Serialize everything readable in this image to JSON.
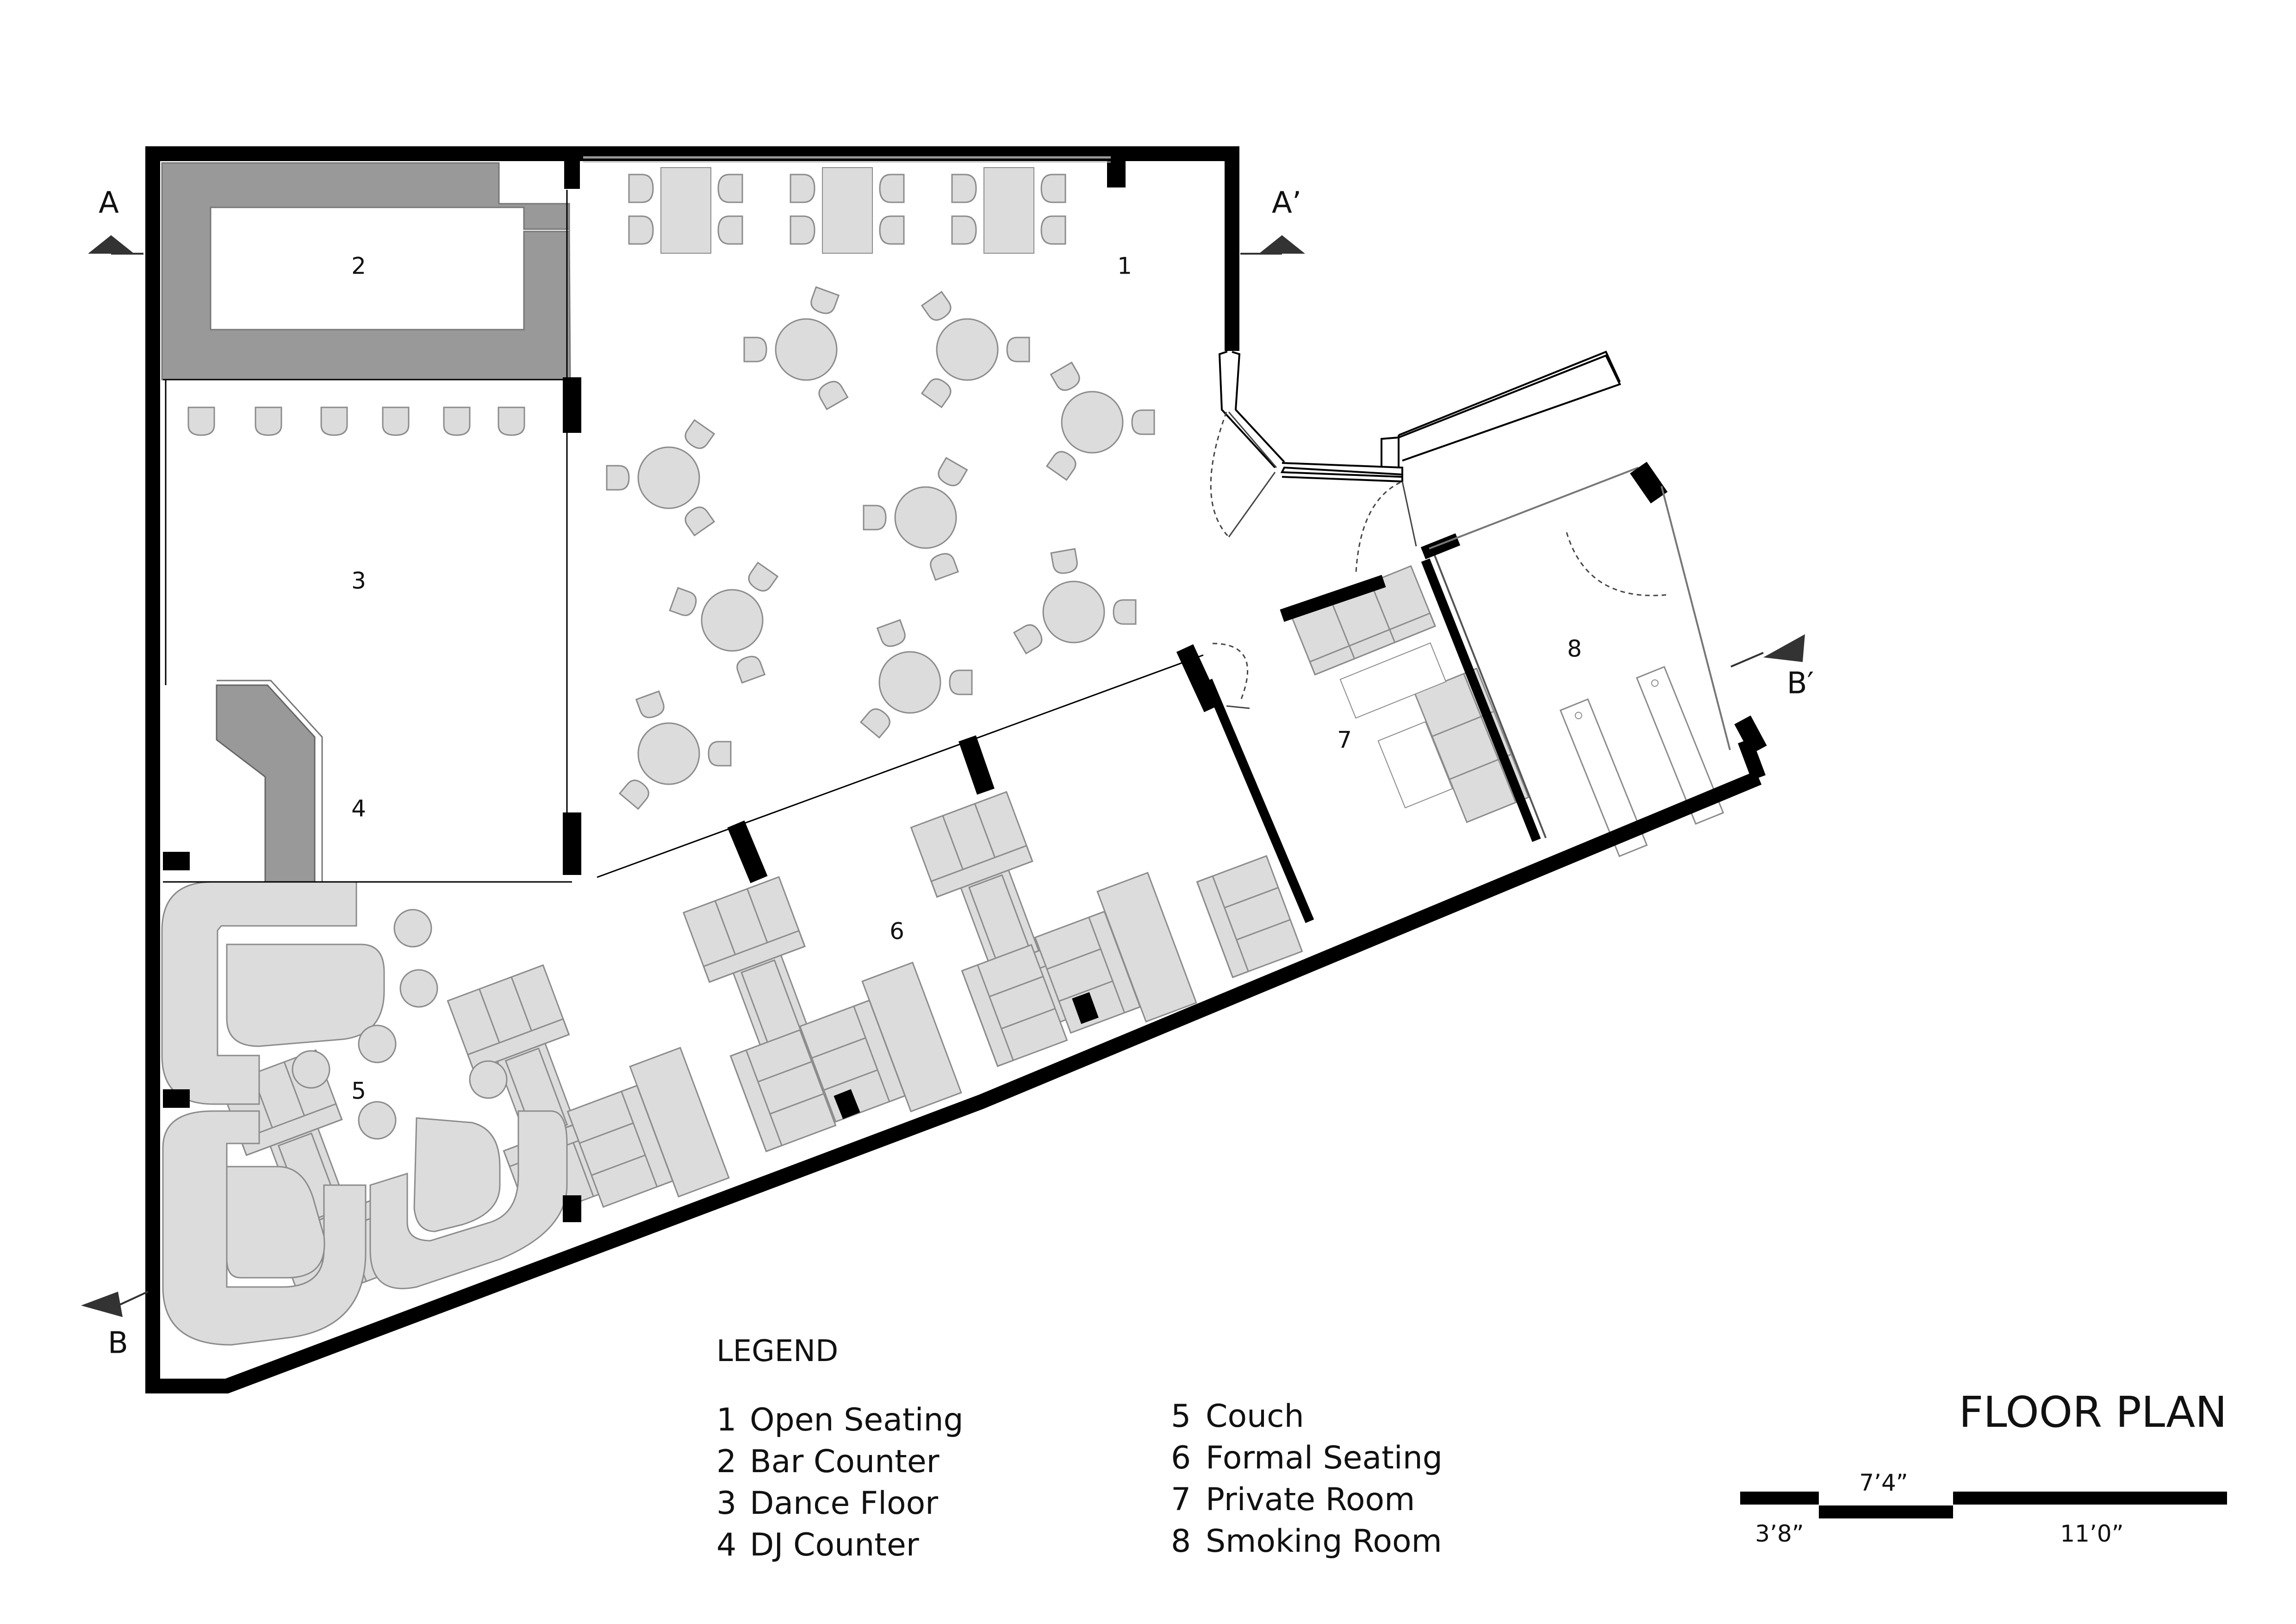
{
  "title": "FLOOR PLAN",
  "rooms": [
    {
      "number": "1"
    },
    {
      "number": "2"
    },
    {
      "number": "3"
    },
    {
      "number": "4"
    },
    {
      "number": "5"
    },
    {
      "number": "6"
    },
    {
      "number": "7"
    },
    {
      "number": "8"
    }
  ],
  "section_markers": {
    "a": "A",
    "a_prime": "A’",
    "b": "B",
    "b_prime": "B′"
  },
  "legend": {
    "heading": "LEGEND",
    "items": [
      {
        "number": "1",
        "label": "Open Seating"
      },
      {
        "number": "2",
        "label": "Bar Counter"
      },
      {
        "number": "3",
        "label": "Dance Floor"
      },
      {
        "number": "4",
        "label": "DJ Counter"
      },
      {
        "number": "5",
        "label": "Couch"
      },
      {
        "number": "6",
        "label": "Formal Seating"
      },
      {
        "number": "7",
        "label": "Private Room"
      },
      {
        "number": "8",
        "label": "Smoking Room"
      }
    ]
  },
  "scale_bar": {
    "labels": [
      "3’8”",
      "7’4”",
      "11’0”"
    ]
  },
  "colors": {
    "wall": "#000000",
    "counter": "#999999",
    "furniture": "#dcdcdc",
    "outline": "#8c8c8c"
  }
}
